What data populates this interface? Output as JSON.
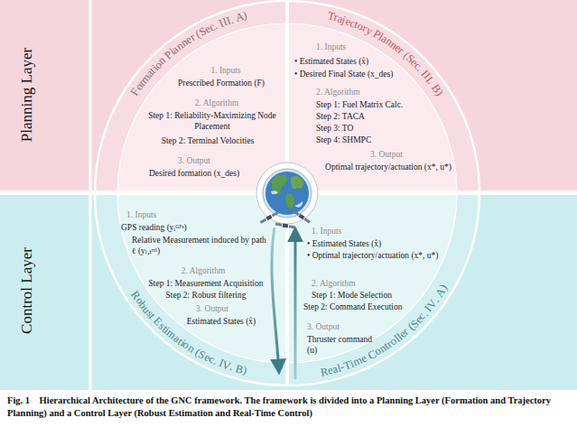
{
  "diagram": {
    "caption": "Fig. 1    Hierarchical Architecture of the GNC framework. The framework is divided into a Planning Layer (Formation and Trajectory Planning) and a Control Layer (Robust Estimation and Real-Time Control)",
    "nodes": [
      {
        "text": [
          "Planning Layer"
        ]
      },
      {
        "text": [
          "Formation Planner (Sec. III. A)",
          "1. Inputs",
          "Prescribed Formation (F)",
          "2. Algorithm",
          "Step 1: Reliability-Maximizing Node Placement",
          "Step 2: Terminal Velocities",
          "3. Output",
          "Desired formation (x_des)"
        ],
        "in": 0
      },
      {
        "text": [
          "Trajectory Planner (Sec. III. B)",
          "1. Inputs",
          "• Estimated States (x̂)",
          "• Desired Final State (x_des)",
          "2. Algorithm",
          "Step 1: Fuel Matrix Calc.",
          "Step 2: TACA",
          "Step 3: TO",
          "Step 4: SHMPC",
          "3. Output",
          "Optimal trajectory/actuation (x*, u*)"
        ],
        "in": 0
      },
      {
        "text": [
          "Control Layer"
        ]
      },
      {
        "text": [
          "Robust Estimation (Sec. IV. B)",
          "1. Inputs",
          "GPS reading (yᵢᴳᴾˢ)",
          "Relative Measurement induced by path ℓ (yₗ,ₜʳᵉˡ)",
          "2. Algorithm",
          "Step 1: Measurement Acquisition",
          "Step 2: Robust filtering",
          "3. Output",
          "Estimated States (x̂)"
        ],
        "in": 3
      },
      {
        "text": [
          "Real-Time Controller (Sec. IV. A)",
          "1. Inputs",
          "• Estimated States (x̂)",
          "• Optimal trajectory/actuation (x*, u*)",
          "2. Algorithm",
          "Step 1: Mode Selection",
          "Step 2: Command Execution",
          "3. Output",
          "Thruster command (u)"
        ],
        "in": 3
      }
    ]
  }
}
